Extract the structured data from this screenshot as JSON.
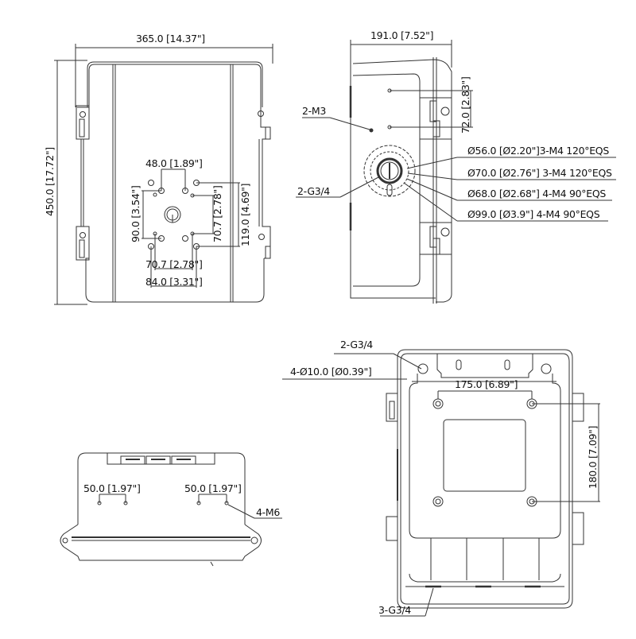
{
  "drawing": {
    "title": "Enclosure dimension drawing",
    "line_color": "#333333",
    "background": "#ffffff"
  },
  "front_view": {
    "width_dim": "365.0 [14.37\"]",
    "height_dim": "450.0 [17.72\"]",
    "hole_spacing_top": "48.0 [1.89\"]",
    "hole_spacing_vertical_left": "90.0 [3.54\"]",
    "hole_spacing_vertical_inner": "70.7 [2.78\"]",
    "hole_spacing_vertical_outer": "119.0 [4.69\"]",
    "hole_spacing_bottom_inner": "70.7 [2.78\"]",
    "hole_spacing_bottom_outer": "84.0 [3.31\"]"
  },
  "side_view": {
    "width_dim": "191.0 [7.52\"]",
    "height_dim": "72.0 [2.83\"]",
    "screw_label": "2-M3",
    "gland_label": "2-G3/4",
    "callouts": [
      "Ø56.0 [Ø2.20\"]3-M4 120°EQS",
      "Ø70.0 [Ø2.76\"]  3-M4 120°EQS",
      "Ø68.0 [Ø2.68\"] 4-M4 90°EQS",
      "Ø99.0 [Ø3.9\"] 4-M4 90°EQS"
    ]
  },
  "bottom_view": {
    "spacing_left": "50.0 [1.97\"]",
    "spacing_right": "50.0 [1.97\"]",
    "thread_label": "4-M6"
  },
  "interior_view": {
    "gland_top_label": "2-G3/4",
    "hole_label": "4-Ø10.0 [Ø0.39\"]",
    "horizontal_dim": "175.0 [6.89\"]",
    "vertical_dim": "180.0 [7.09\"]",
    "gland_bottom_label": "3-G3/4"
  }
}
